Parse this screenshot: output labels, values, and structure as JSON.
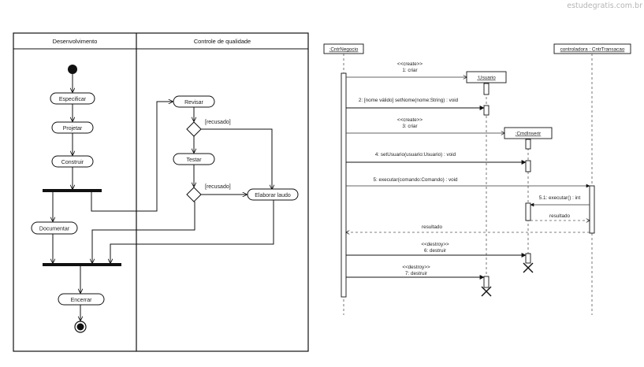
{
  "watermark": "estudegratis.com.br",
  "activity": {
    "swimlanes": [
      "Desenvolvimento",
      "Controle de qualidade"
    ],
    "actions": {
      "especificar": "Especificar",
      "projetar": "Projetar",
      "construir": "Construir",
      "documentar": "Documentar",
      "encerrar": "Encerrar",
      "revisar": "Revisar",
      "testar": "Testar",
      "elaborar_laudo": "Elaborar laudo"
    },
    "guard_1": "[recusado]",
    "guard_2": "[recusado]"
  },
  "sequence": {
    "lifelines": {
      "ctrl_negocio": ":CntrNegocio",
      "usuario": ":Usuario",
      "cmd_inserir": ":CmdInserir",
      "ctrl_transacao": "controladora : CntrTransacao"
    },
    "messages": {
      "m1_stereotype": "<<create>>",
      "m1": "1: criar",
      "m2": "2: [nome válido] setNome(nome:String) : void",
      "m3_stereotype": "<<create>>",
      "m3": "3: criar",
      "m4": "4: setUsuario(usuario:Usuario) : void",
      "m5": "5: executar(comando:Comando) : void",
      "m51": "5.1: executar() : int",
      "m51_return": "resultado",
      "m5_return": "resultado",
      "m6_stereotype": "<<destroy>>",
      "m6": "6: destruir",
      "m7_stereotype": "<<destroy>>",
      "m7": "7: destruir"
    }
  }
}
